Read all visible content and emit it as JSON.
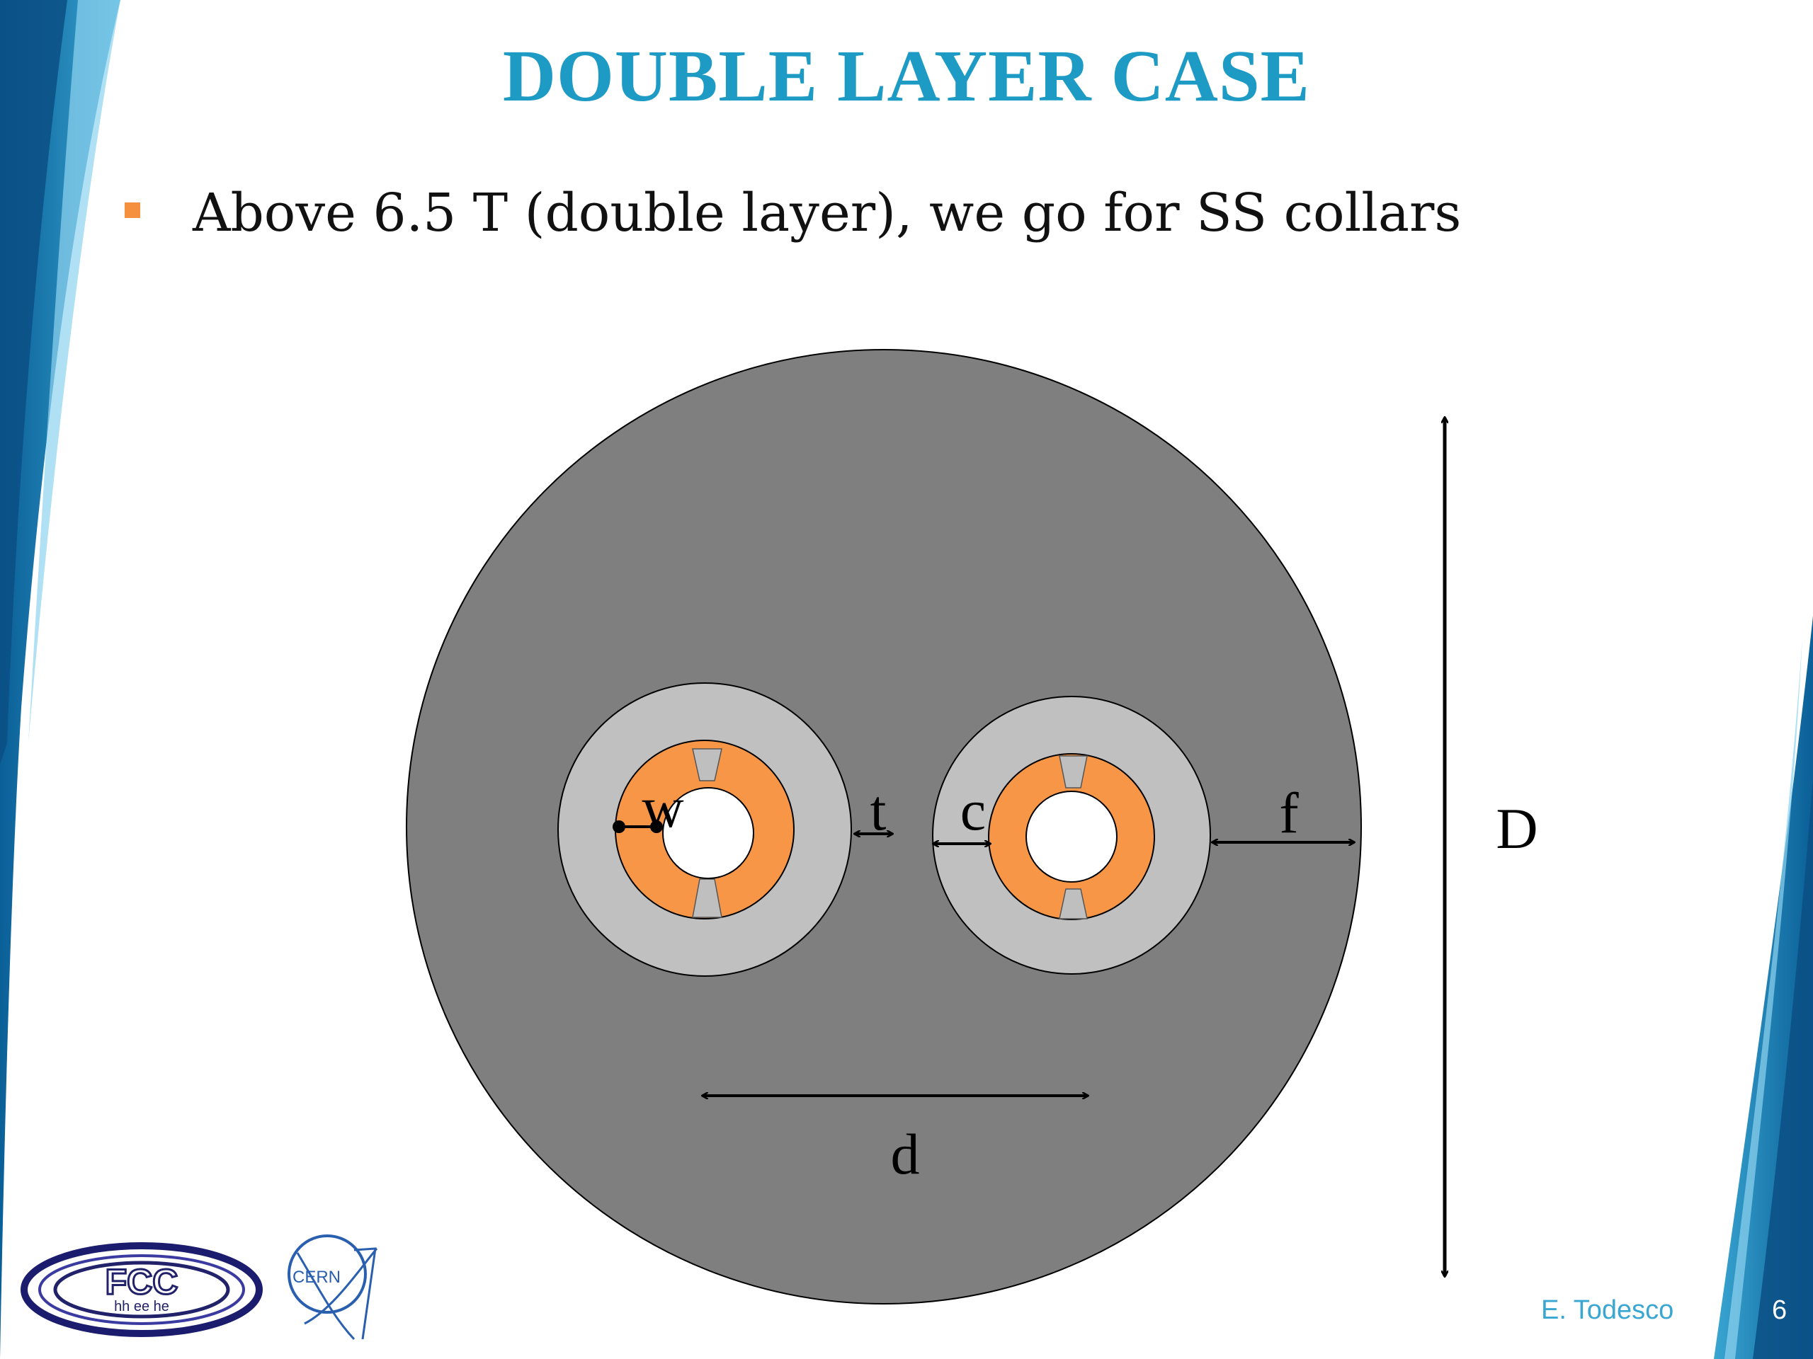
{
  "slide": {
    "title": "DOUBLE LAYER CASE",
    "bullets": [
      "Above 6.5 T (double layer), we go for SS collars"
    ]
  },
  "diagram": {
    "labels": {
      "w": "w",
      "t": "t",
      "c": "c",
      "f": "f",
      "D": "D",
      "d": "d"
    },
    "colors": {
      "yoke": "#7f7f7f",
      "collar": "#c0c0c0",
      "coil": "#f79646",
      "bore": "#ffffff",
      "wedge": "#bfbfbf"
    }
  },
  "footer": {
    "author": "E. Todesco",
    "page_number": "6"
  },
  "logos": {
    "fcc_main": "FCC",
    "fcc_sub": "hh ee he",
    "cern": "CERN"
  },
  "theme": {
    "accent": "#1d9bc4",
    "bullet": "#f5913e",
    "swoosh_dark": "#0a5f97",
    "swoosh_light": "#64c1e3"
  }
}
